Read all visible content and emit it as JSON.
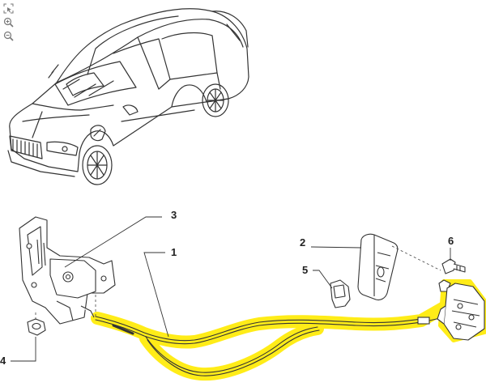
{
  "toolbar": {
    "tools": [
      {
        "name": "select-region-icon"
      },
      {
        "name": "zoom-in-icon"
      },
      {
        "name": "zoom-out-icon"
      }
    ]
  },
  "callouts": [
    {
      "id": "1",
      "label": "1"
    },
    {
      "id": "2",
      "label": "2"
    },
    {
      "id": "3",
      "label": "3"
    },
    {
      "id": "4",
      "label": "4"
    },
    {
      "id": "5",
      "label": "5"
    },
    {
      "id": "6",
      "label": "6"
    }
  ],
  "colors": {
    "highlight": "#ffeb00",
    "line": "#333333",
    "background": "#ffffff"
  }
}
